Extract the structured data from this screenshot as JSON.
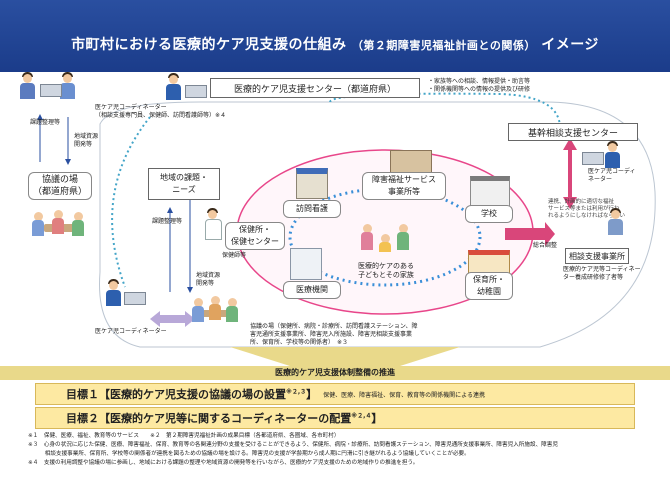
{
  "title": {
    "main": "市町村における医療的ケア児支援の仕組み",
    "sub": "（第２期障害児福祉計画との関係）",
    "tail": "イメージ"
  },
  "prefecture_center": {
    "label": "医療的ケア児支援センター（都道府県）",
    "notes": [
      "・家族等への相談、情報提供・助言等",
      "・関係機関等への情報の提供及び研修"
    ]
  },
  "coordinator_top": {
    "label": "医ケア児コーディネーター",
    "detail": "（相談支援専門員、保健師、訪問看護師等）※４"
  },
  "left_labels": {
    "issue_arrange": "課題整理等",
    "regional_dev": "地域資源開発等",
    "council_pref": "協議の場\n（都道府県）",
    "issue_arrange_2": "課題整理等",
    "regional_dev_2": "地域資源開発等",
    "coordinator_left": "医ケア児コーディネーター"
  },
  "regional_issues": "地域の課題・\nニーズ",
  "central_services": {
    "welfare": "障害福祉サービス\n事業所等",
    "visiting_nurse": "訪問看護",
    "health_center": "保健所・\n保健センター",
    "school": "学校",
    "hospital": "医療機関",
    "nursery": "保育所・\n幼稚園",
    "family": "医療的ケアのある\n子どもとその家族",
    "health_etc": "保健師等"
  },
  "right_side": {
    "core_center": "基幹相談支援センター",
    "coordinator_right": "医ケア児コーディ\nネーター",
    "core_note": "連携、計画的に適切な福祉\nサービス等または利用が行わ\nれるようにしなければならない",
    "general_support": "総合調整",
    "consult_office": "相談支援事業所",
    "coordinator_train": "医療的ケア児等コーディネー\nター養成研修修了者等"
  },
  "council_bottom": "協議の場（保健所、病院・診療所、訪問看護ステーション、障\n害児通所支援事業所、障害児入所施設、障害児相談支援事業\n所、保育所、学校等の関係者）　※３",
  "band": "医療的ケア児支援体制整備の推進",
  "goals": [
    {
      "label": "目標１【医療的ケア児支援の協議の場の設置",
      "sup": "※２,３",
      "close": "】",
      "desc": "保健、医療、障害福祉、保育、教育等の関係機関による連携"
    },
    {
      "label": "目標２【医療的ケア児等に関するコーディネーターの配置",
      "sup": "※２,４",
      "close": "】",
      "desc": ""
    }
  ],
  "notes": [
    "※１　保健、医療、福祉、教育等のサービス　　※２　第２期障害児福祉計画の成果目標（各都道府県、各圏域、各市町村）",
    "※３　心身の状況に応じた保健、医療、障害福祉、保育、教育等の各関連分野の支援を受けることができるよう、保健所、病院・診療所、訪問看護ステーション、障害児通所支援事業所、障害児入所施設、障害児",
    "　　　相談支援事業所、保育所、学校等の関係者が連携を図るための協議の場を設ける。障害児の支援が学齢期から成人期に円滑に引き継がれるよう協議していくことが必要。",
    "※４　支援の利用調整や協議の場に参画し、地域における課題の整理や地域資源の開発等を行いながら、医療的ケア児支援のための地域作りの推進を担う。"
  ],
  "colors": {
    "header": "#1b3c8a",
    "center_pink": "#e8468a",
    "dotted_blue": "#3a8fd8",
    "arrow_pink": "#d9467a",
    "goal_bg": "#fde9a2"
  }
}
